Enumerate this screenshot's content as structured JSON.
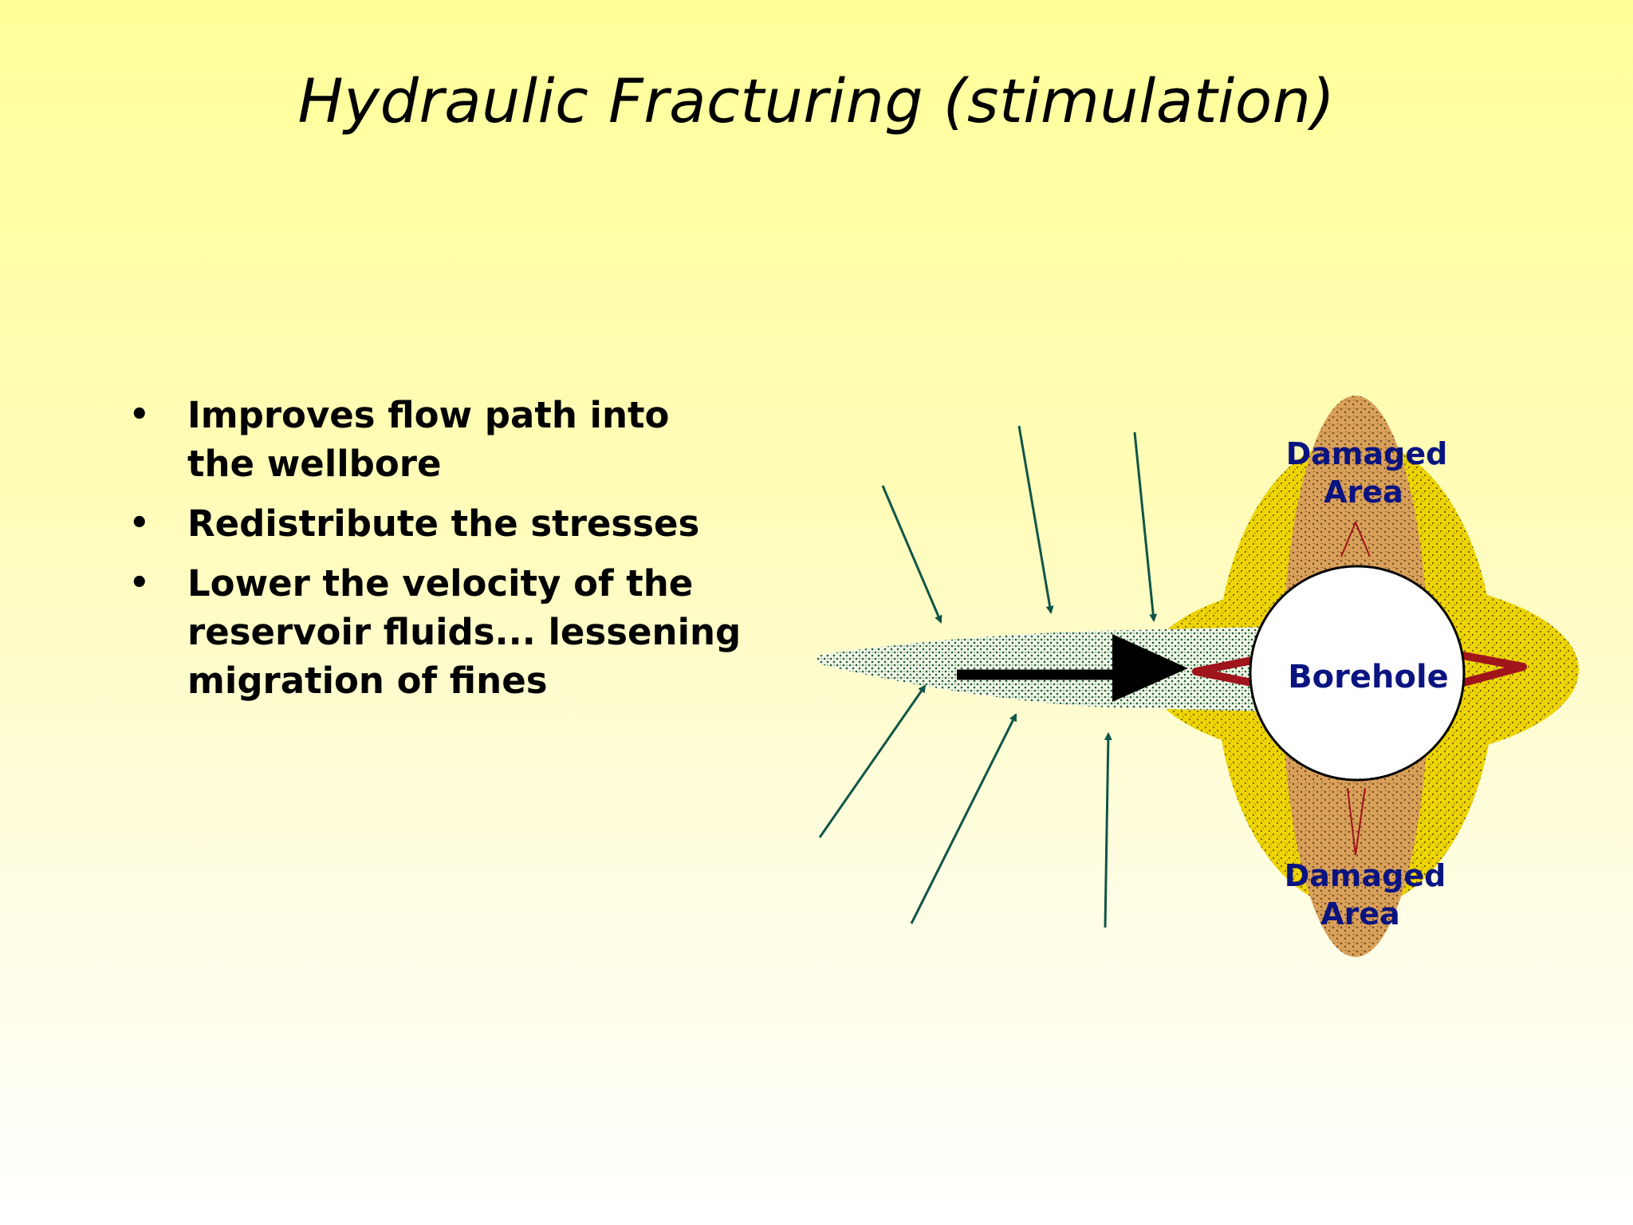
{
  "slide": {
    "title": "Hydraulic Fracturing (stimulation)"
  },
  "bullets": [
    {
      "text": "Improves flow path into the wellbore"
    },
    {
      "text": "Redistribute the stresses"
    },
    {
      "text": "Lower the velocity of the reservoir fluids... lessening migration of fines"
    }
  ],
  "diagram": {
    "borehole_label": "Borehole",
    "damaged_top": {
      "line1": "Damaged",
      "line2": "Area"
    },
    "damaged_bottom": {
      "line1": "Damaged",
      "line2": "Area"
    }
  },
  "colors": {
    "background_top": "#ffff99",
    "background_bottom": "#ffffff",
    "damage_zone_yellow": "#e8d200",
    "damaged_area_orange": "#d9a25e",
    "fracture_green": "#2f6b3d",
    "flow_arrow": "#0f5548",
    "label_blue": "#0a1480",
    "stress_red": "#a0141c"
  }
}
